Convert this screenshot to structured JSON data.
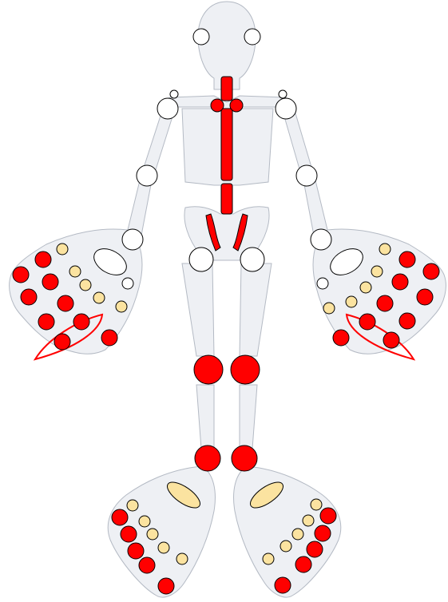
{
  "colors": {
    "active": "#ff0000",
    "mild": "#fbe3a0",
    "unaffected": "#ffffff",
    "bone": "#eef0f4",
    "outline": "#b4bac4"
  },
  "joint_states": {
    "head": "unaffected",
    "shoulders": "unaffected",
    "spine": "active",
    "sacroiliac": "active",
    "elbows": "unaffected",
    "wrists": "unaffected",
    "hips": "unaffected",
    "knees": "active",
    "ankles": "active",
    "hand_red": "active",
    "hand_yellow": "mild",
    "foot_red": "active",
    "foot_yellow": "mild"
  }
}
